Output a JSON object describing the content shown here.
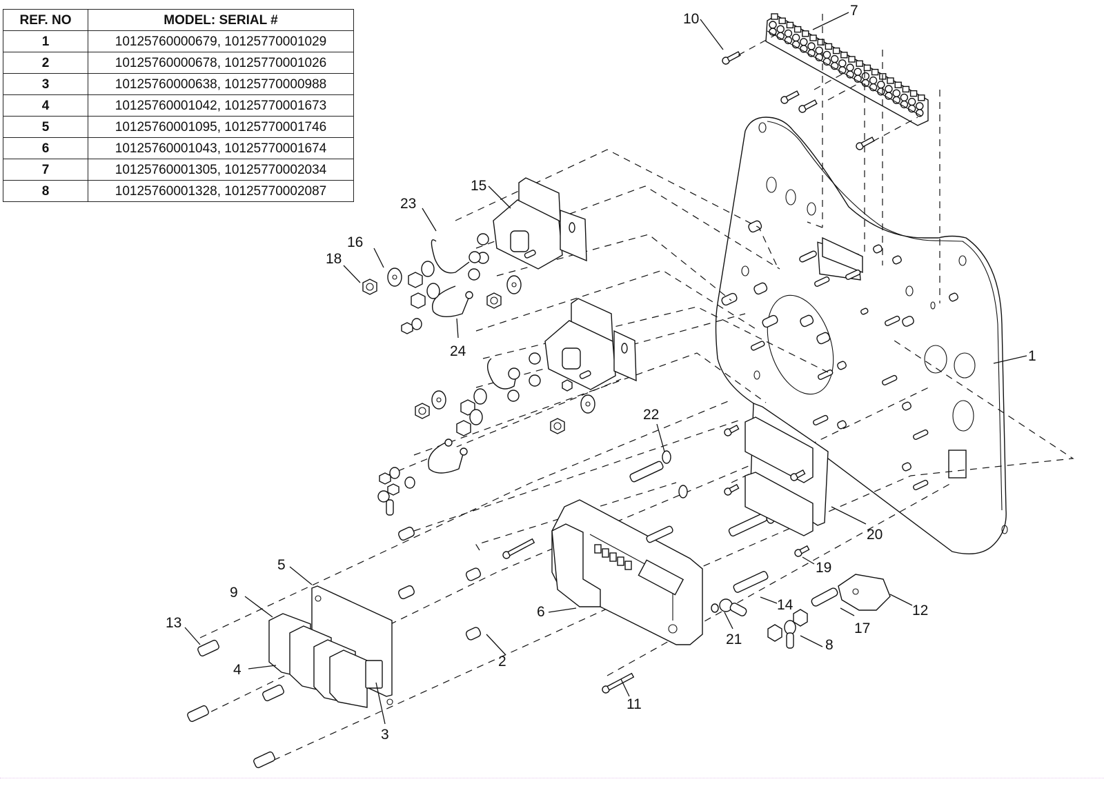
{
  "table": {
    "headers": {
      "ref": "REF. NO",
      "serial": "MODEL: SERIAL #"
    },
    "rows": [
      {
        "ref": "1",
        "serial": "10125760000679, 10125770001029"
      },
      {
        "ref": "2",
        "serial": "10125760000678, 10125770001026"
      },
      {
        "ref": "3",
        "serial": "10125760000638, 10125770000988"
      },
      {
        "ref": "4",
        "serial": "10125760001042, 10125770001673"
      },
      {
        "ref": "5",
        "serial": "10125760001095, 10125770001746"
      },
      {
        "ref": "6",
        "serial": "10125760001043, 10125770001674"
      },
      {
        "ref": "7",
        "serial": "10125760001305, 10125770002034"
      },
      {
        "ref": "8",
        "serial": "10125760001328, 10125770002087"
      }
    ]
  },
  "diagram": {
    "type": "exploded-parts-view",
    "callouts": {
      "c1": "1",
      "c2": "2",
      "c3": "3",
      "c4": "4",
      "c5": "5",
      "c6": "6",
      "c7": "7",
      "c8": "8",
      "c9": "9",
      "c10": "10",
      "c11": "11",
      "c12": "12",
      "c13": "13",
      "c14": "14",
      "c15": "15",
      "c16": "16",
      "c17": "17",
      "c18": "18",
      "c19": "19",
      "c20": "20",
      "c21": "21",
      "c22": "22",
      "c23": "23",
      "c24": "24"
    }
  }
}
